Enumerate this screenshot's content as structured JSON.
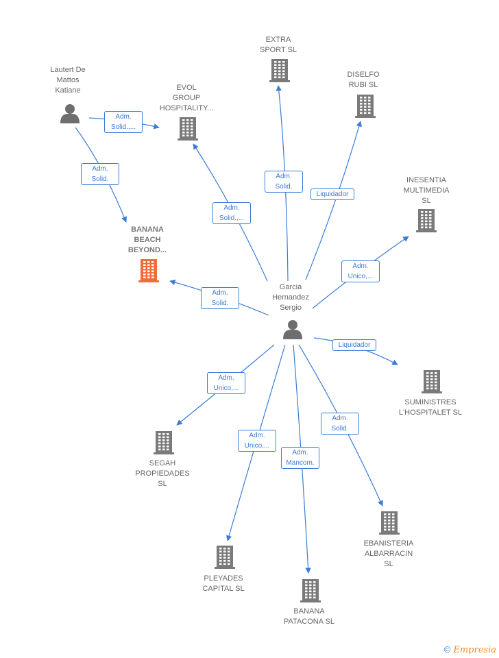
{
  "colors": {
    "edge": "#3a7bd5",
    "company": "#7a7a7a",
    "focus": "#f26b3a",
    "person": "#6e6e6e"
  },
  "nodes": [
    {
      "id": "lautert",
      "type": "person",
      "label": "Lautert De\nMattos\nKatiane"
    },
    {
      "id": "evol",
      "type": "company",
      "label": "EVOL\nGROUP\nHOSPITALITY..."
    },
    {
      "id": "extra",
      "type": "company",
      "label": "EXTRA\nSPORT SL"
    },
    {
      "id": "diselfo",
      "type": "company",
      "label": "DISELFO\nRUBI SL"
    },
    {
      "id": "inesentia",
      "type": "company",
      "label": "INESENTIA\nMULTIMEDIA\nSL"
    },
    {
      "id": "banana_beach",
      "type": "focus",
      "label": "BANANA\nBEACH\nBEYOND..."
    },
    {
      "id": "garcia",
      "type": "person",
      "label": "Garcia\nHernandez\nSergio"
    },
    {
      "id": "suministres",
      "type": "company",
      "label": "SUMINISTRES\nL'HOSPITALET SL"
    },
    {
      "id": "segah",
      "type": "company",
      "label": "SEGAH\nPROPIEDADES\nSL"
    },
    {
      "id": "ebanisteria",
      "type": "company",
      "label": "EBANISTERIA\nALBARRACIN\nSL"
    },
    {
      "id": "pleyades",
      "type": "company",
      "label": "PLEYADES\nCAPITAL  SL"
    },
    {
      "id": "banana_patacona",
      "type": "company",
      "label": "BANANA\nPATACONA  SL"
    }
  ],
  "edges": [
    {
      "from": "lautert",
      "to": "evol",
      "label": "Adm.\nSolid.,..."
    },
    {
      "from": "lautert",
      "to": "banana_beach",
      "label": "Adm.\nSolid."
    },
    {
      "from": "garcia",
      "to": "evol",
      "label": "Adm.\nSolid.,..."
    },
    {
      "from": "garcia",
      "to": "extra",
      "label": "Adm.\nSolid."
    },
    {
      "from": "garcia",
      "to": "diselfo",
      "label": "Liquidador"
    },
    {
      "from": "garcia",
      "to": "inesentia",
      "label": "Adm.\nUnico,..."
    },
    {
      "from": "garcia",
      "to": "banana_beach",
      "label": "Adm.\nSolid."
    },
    {
      "from": "garcia",
      "to": "suministres",
      "label": "Liquidador"
    },
    {
      "from": "garcia",
      "to": "segah",
      "label": "Adm.\nUnico,..."
    },
    {
      "from": "garcia",
      "to": "ebanisteria",
      "label": "Adm.\nSolid."
    },
    {
      "from": "garcia",
      "to": "pleyades",
      "label": "Adm.\nUnico,..."
    },
    {
      "from": "garcia",
      "to": "banana_patacona",
      "label": "Adm.\nMancom."
    }
  ],
  "footer": {
    "copyright": "©",
    "brand": "Empresia"
  }
}
